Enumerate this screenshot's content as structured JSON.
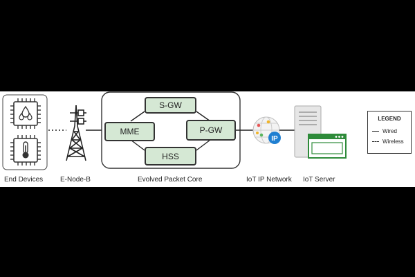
{
  "diagram": {
    "nodes": {
      "end_devices": "End Devices",
      "enodeb": "E-Node-B",
      "epc": "Evolved Packet Core",
      "iot_ip_network": "IoT IP Network",
      "iot_server": "IoT Server"
    },
    "epc_nodes": {
      "sgw": "S-GW",
      "mme": "MME",
      "pgw": "P-GW",
      "hss": "HSS"
    },
    "ip_badge": "IP",
    "legend": {
      "title": "LEGEND",
      "wired": "Wired",
      "wireless": "Wireless"
    }
  },
  "colors": {
    "node_fill": "#d5e8d4",
    "ip_badge": "#1f7fd1",
    "server_body": "#e6e6e6",
    "window_frame": "#2e8b3a"
  }
}
